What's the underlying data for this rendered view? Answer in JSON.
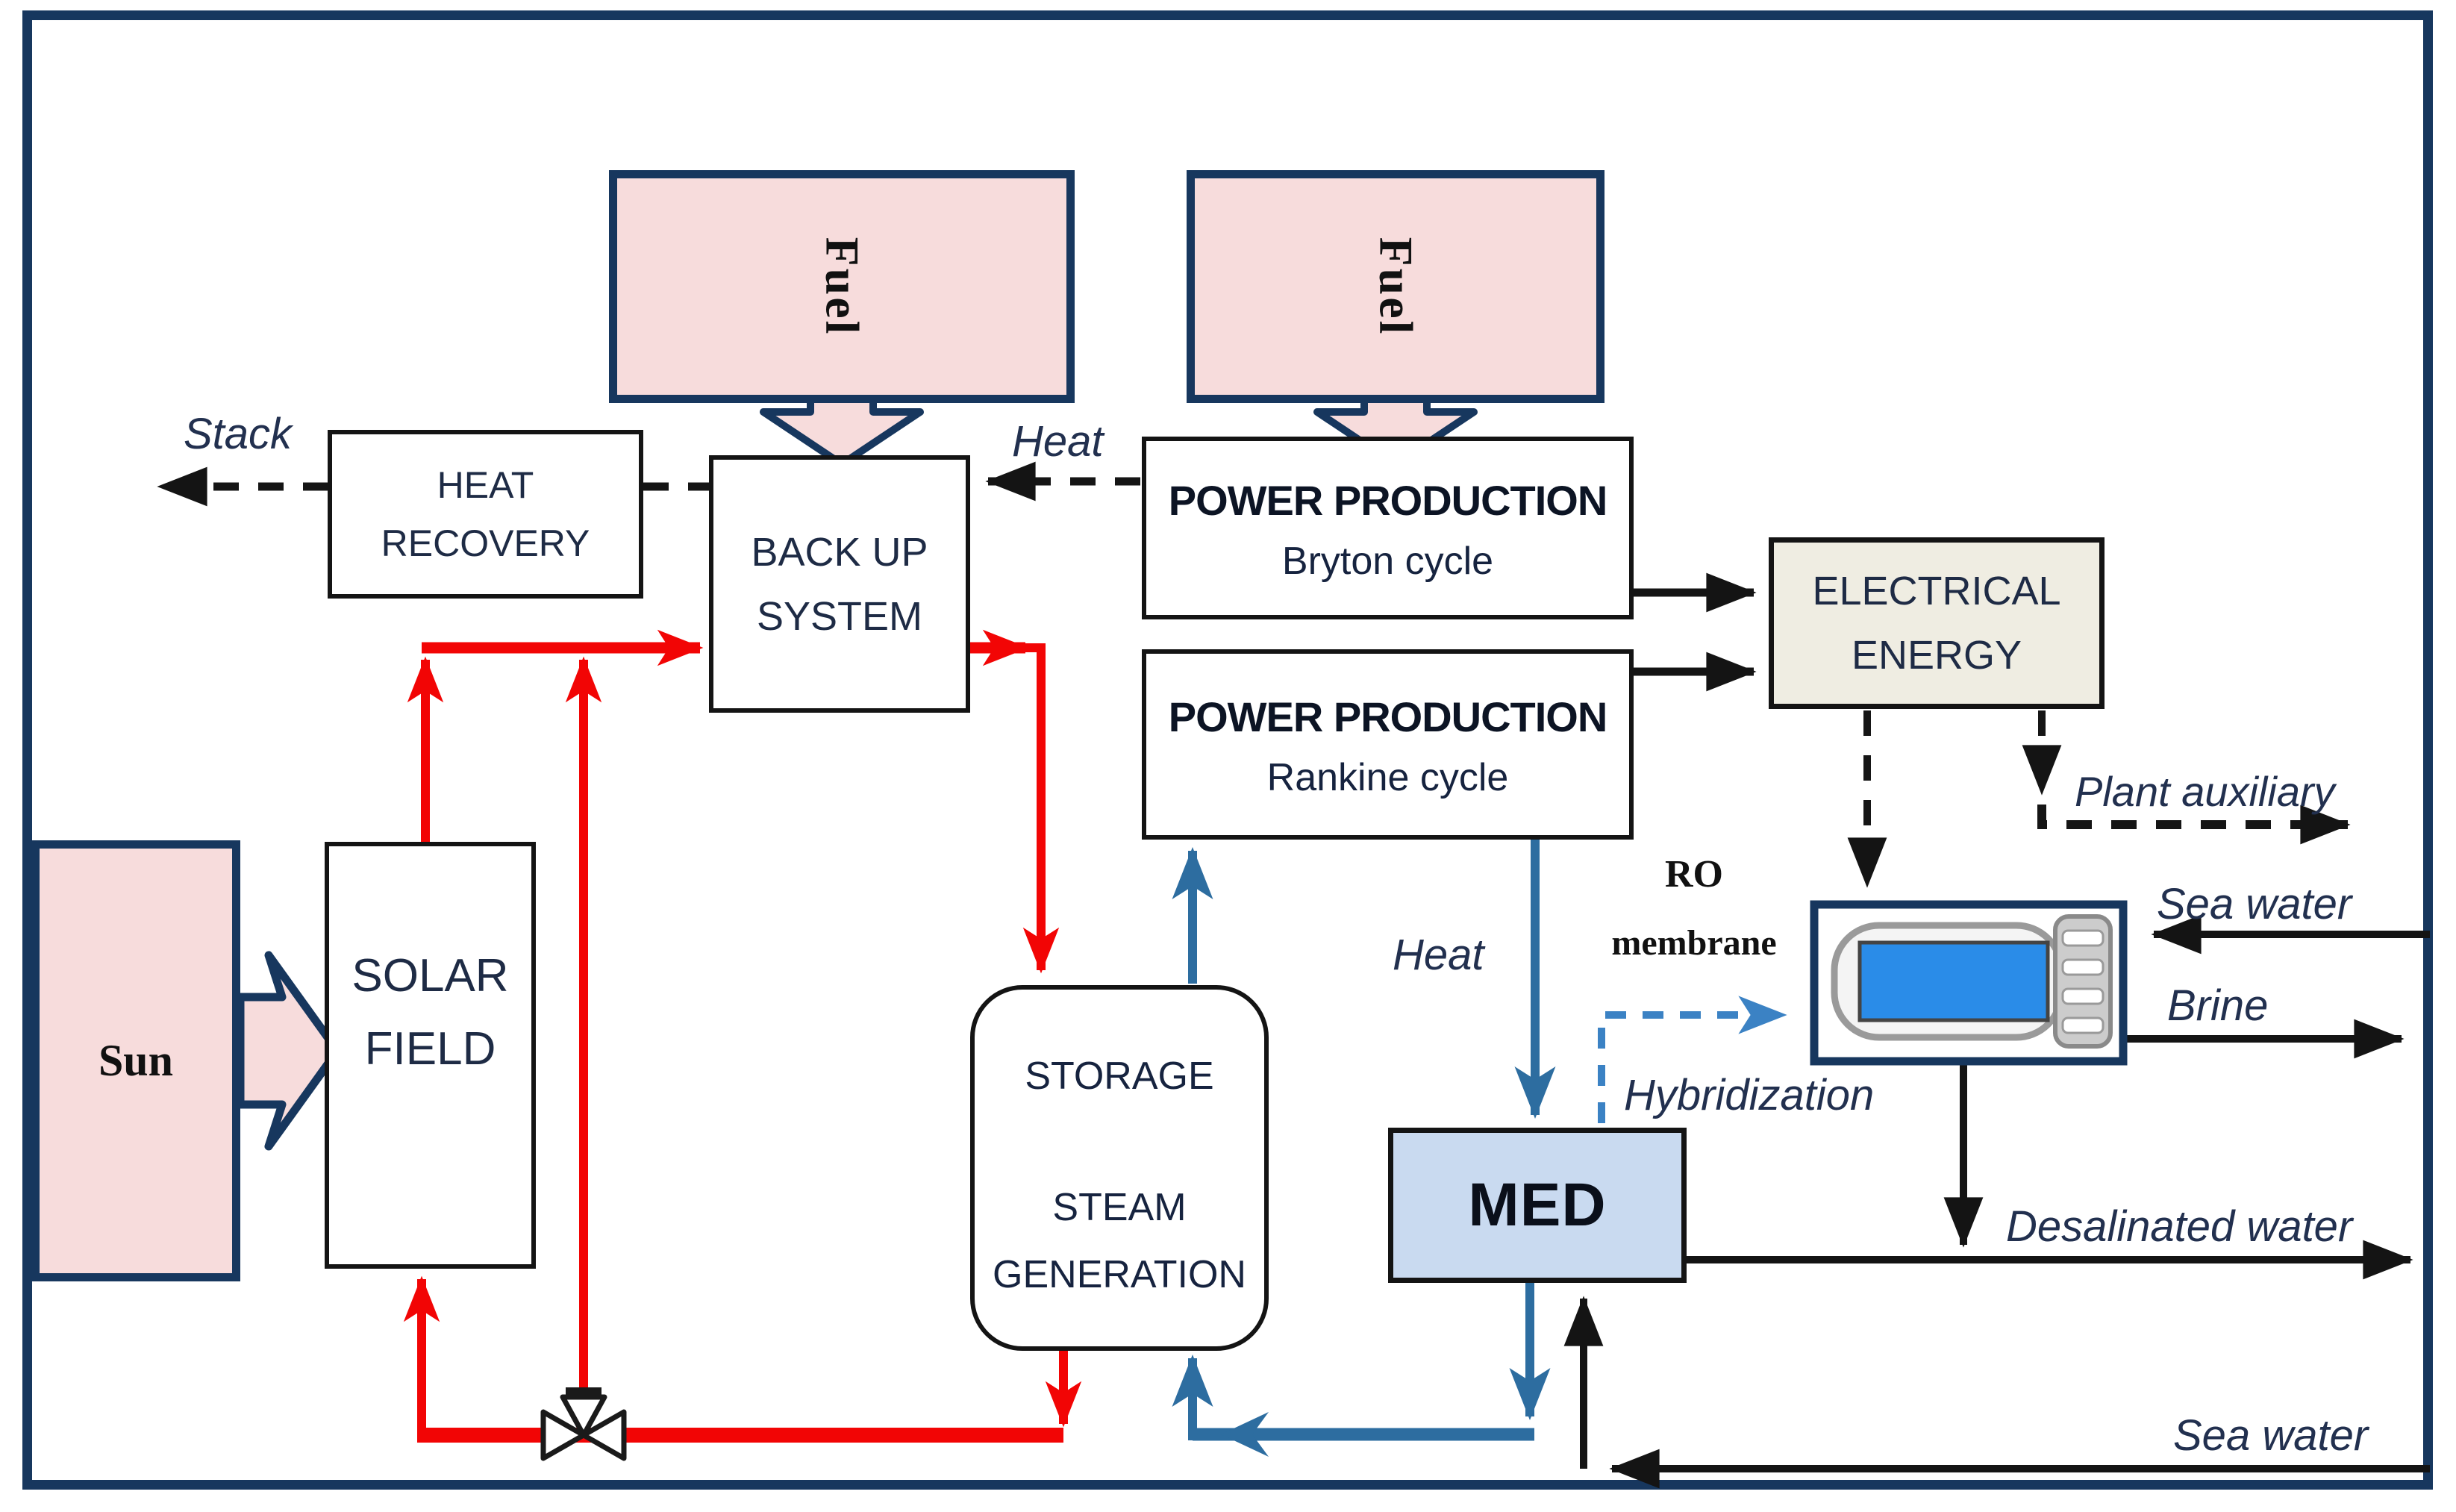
{
  "nodes": {
    "fuel_left": {
      "label": "Fuel"
    },
    "fuel_right": {
      "label": "Fuel"
    },
    "heat_recovery": {
      "line1": "HEAT",
      "line2": "RECOVERY"
    },
    "backup_system": {
      "line1": "BACK UP",
      "line2": "SYSTEM"
    },
    "power_bryton": {
      "line1": "POWER PRODUCTION",
      "line2": "Bryton cycle"
    },
    "power_rankine": {
      "line1": "POWER PRODUCTION",
      "line2": "Rankine cycle"
    },
    "electrical_energy": {
      "line1": "ELECTRICAL",
      "line2": "ENERGY"
    },
    "sun": {
      "label": "Sun"
    },
    "solar_field": {
      "line1": "SOLAR",
      "line2": "FIELD"
    },
    "storage": {
      "line1": "STORAGE",
      "line2": "STEAM",
      "line3": "GENERATION"
    },
    "med": {
      "label": "MED"
    },
    "ro_membrane": {
      "line1": "RO",
      "line2": "membrane"
    }
  },
  "labels": {
    "stack": "Stack",
    "heat_to_backup": "Heat",
    "heat_to_med": "Heat",
    "plant_auxiliary": "Plant auxiliary",
    "sea_water_top": "Sea water",
    "brine": "Brine",
    "desalinated_water": "Desalinated water",
    "sea_water_bottom": "Sea water",
    "hybridization": "Hybridization"
  },
  "colors": {
    "frame_navy": "#17375e",
    "fuel_pink": "#f7dcdc",
    "electrical_beige": "#efede2",
    "med_fill": "#c9daf0",
    "hot_red": "#f20505",
    "steam_blue": "#2d6da0",
    "hybrid_blue": "#3b82c4",
    "ro_cartridge_blue": "#2a8ce8",
    "line_black": "#141414"
  }
}
